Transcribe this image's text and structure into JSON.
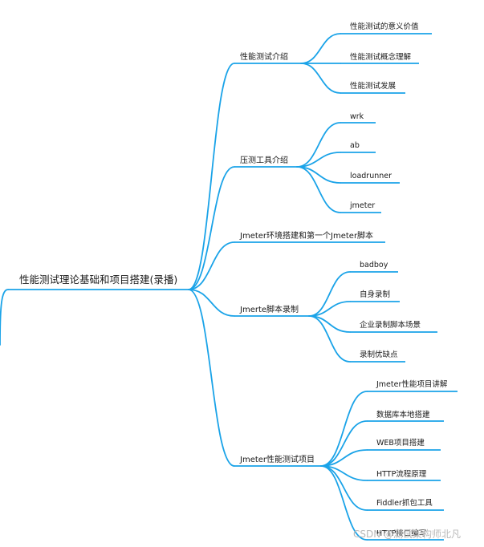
{
  "mindmap": {
    "root": "性能测试理论基础和项目搭建(录播)",
    "branches": [
      {
        "label": "性能测试介绍",
        "children": [
          "性能测试的意义价值",
          "性能测试概念理解",
          "性能测试发展"
        ]
      },
      {
        "label": "压测工具介绍",
        "children": [
          "wrk",
          "ab",
          "loadrunner",
          "jmeter"
        ]
      },
      {
        "label": "Jmeter环境搭建和第一个Jmeter脚本",
        "children": []
      },
      {
        "label": "Jmerte脚本录制",
        "children": [
          "badboy",
          "自身录制",
          "企业录制脚本场景",
          "录制优缺点"
        ]
      },
      {
        "label": "Jmeter性能测试项目",
        "children": [
          "Jmeter性能项目讲解",
          "数据库本地搭建",
          "WEB项目搭建",
          "HTTP流程原理",
          "Fiddler抓包工具",
          "HTTP接口编写"
        ]
      }
    ]
  },
  "watermark": "CSDN @测试架构师北凡",
  "colors": {
    "edge": "#1aa3e8",
    "text": "#1a1a1a",
    "background": "#ffffff",
    "watermark": "#b8b8b8"
  }
}
